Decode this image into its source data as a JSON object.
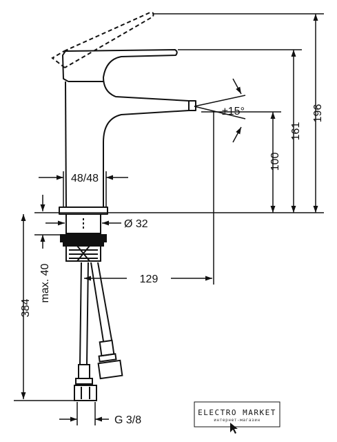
{
  "dimensions": {
    "height_total": "196",
    "height_spout": "161",
    "height_outlet": "100",
    "body_width": "48/48",
    "hole_diameter": "Ø 32",
    "jet_angle": "±15°",
    "projection": "129",
    "max_deck": "max. 40",
    "hose_length": "384",
    "connection": "G 3/8"
  },
  "watermark": {
    "title": "ELECTRO MARKET",
    "subtitle": "интернет-магазин"
  },
  "colors": {
    "line": "#111111",
    "background": "#ffffff"
  }
}
